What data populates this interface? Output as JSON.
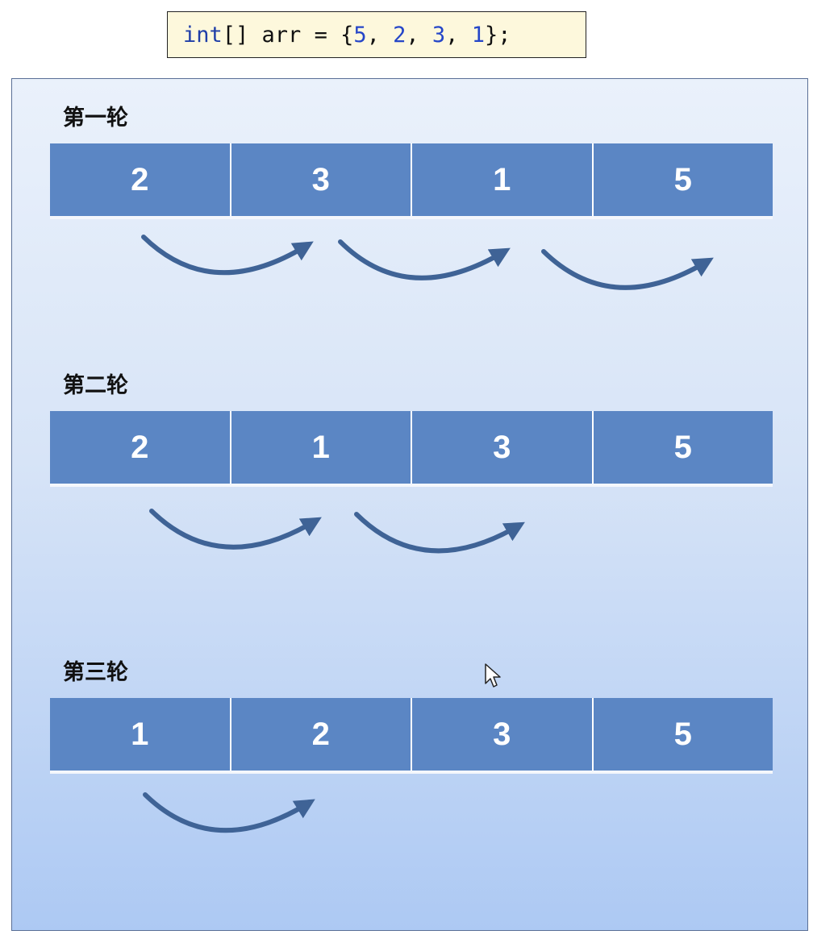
{
  "code": {
    "type_kw": "int",
    "decl": "[] arr = {",
    "values": [
      "5",
      "2",
      "3",
      "1"
    ],
    "end": "};"
  },
  "rounds": [
    {
      "label": "第一轮",
      "cells": [
        "2",
        "3",
        "1",
        "5"
      ],
      "swap_count": 3
    },
    {
      "label": "第二轮",
      "cells": [
        "2",
        "1",
        "3",
        "5"
      ],
      "swap_count": 2
    },
    {
      "label": "第三轮",
      "cells": [
        "1",
        "2",
        "3",
        "5"
      ],
      "swap_count": 1
    }
  ],
  "colors": {
    "cell": "#5b86c4",
    "arrow": "#3f6396",
    "panel_top": "#eaf1fb",
    "panel_bottom": "#adc9f3",
    "code_bg": "#fdf8dc"
  },
  "icons": {
    "cursor": "mouse-pointer-icon",
    "arrow": "curved-arrow-icon"
  }
}
